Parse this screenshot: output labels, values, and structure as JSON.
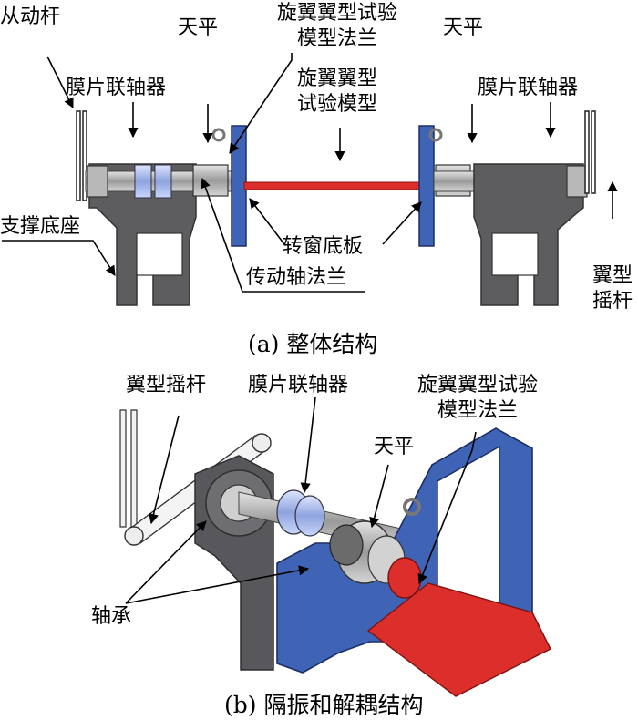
{
  "panel_a": {
    "caption": "(a)  整体结构",
    "labels": {
      "follower_rod": "从动杆",
      "coupling_left": "膜片联轴器",
      "balance_left": "天平",
      "flange_line1": "旋翼翼型试验",
      "flange_line2": "模型法兰",
      "balance_right": "天平",
      "model_line1": "旋翼翼型",
      "model_line2": "试验模型",
      "coupling_right": "膜片联轴器",
      "support_base": "支撑底座",
      "turntable_plate": "转窗底板",
      "shaft_flange": "传动轴法兰",
      "rocker_line1": "翼型",
      "rocker_line2": "摇杆"
    }
  },
  "panel_b": {
    "caption": "(b)  隔振和解耦结构",
    "labels": {
      "rocker": "翼型摇杆",
      "coupling": "膜片联轴器",
      "flange_line1": "旋翼翼型试验",
      "flange_line2": "模型法兰",
      "balance": "天平",
      "bearing": "轴承"
    }
  },
  "colors": {
    "plate_blue": "#3f63b5",
    "model_red": "#dc2f2b",
    "frame_gray": "#5b5b5e",
    "coupling_blue": "#9fb3e6"
  }
}
